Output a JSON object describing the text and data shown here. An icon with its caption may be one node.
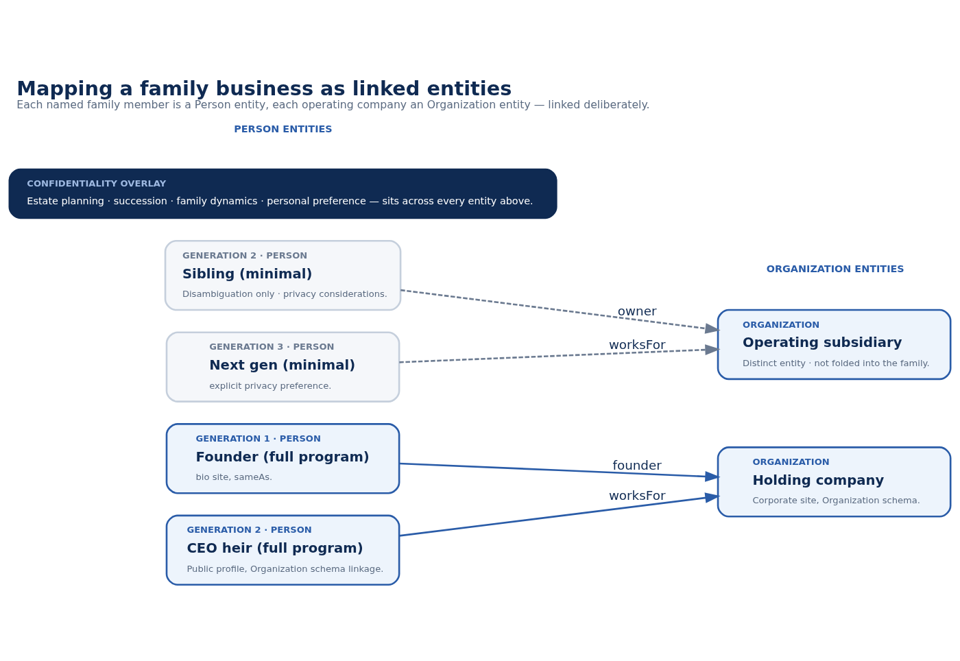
{
  "diagram": {
    "title": "Mapping a family business as linked entities",
    "caption": "Each named family member is a Person entity, each operating company an Organization entity — linked deliberately.",
    "nodes": [
      {
        "text": [
          "GENERATION 1 · PERSON",
          "Founder (full program)",
          "bio site, sameAs."
        ]
      },
      {
        "text": [
          "GENERATION 2 · PERSON",
          "CEO heir (full program)",
          "Public profile, Organization schema linkage."
        ]
      },
      {
        "text": [
          "GENERATION 2 · PERSON",
          "Sibling (minimal)",
          "Disambiguation only · privacy considerations."
        ]
      },
      {
        "text": [
          "GENERATION 3 · PERSON",
          "Next gen (minimal)",
          "explicit privacy preference."
        ]
      },
      {
        "text": [
          "ORGANIZATION",
          "Holding company",
          "Corporate site, Organization schema."
        ]
      },
      {
        "text": [
          "ORGANIZATION",
          "Operating subsidiary",
          "Distinct entity · not folded into the family."
        ]
      },
      {
        "text": [
          "CONFIDENTIALITY OVERLAY",
          "Estate planning · succession · family dynamics · personal preference — sits across every entity above."
        ]
      }
    ],
    "edges": [
      {
        "from": 0,
        "to": 4,
        "arrow": "to",
        "label": "founder"
      },
      {
        "from": 1,
        "to": 4,
        "arrow": "to",
        "label": "worksFor"
      },
      {
        "from": 2,
        "to": 5,
        "arrow": "to",
        "label": "owner",
        "style": "dashed",
        "color": "#6b7a90"
      },
      {
        "from": 3,
        "to": 5,
        "arrow": "to",
        "label": "worksFor",
        "style": "dashed",
        "color": "#6b7a90"
      }
    ],
    "labels": [
      "PERSON ENTITIES",
      "ORGANIZATION ENTITIES"
    ]
  }
}
